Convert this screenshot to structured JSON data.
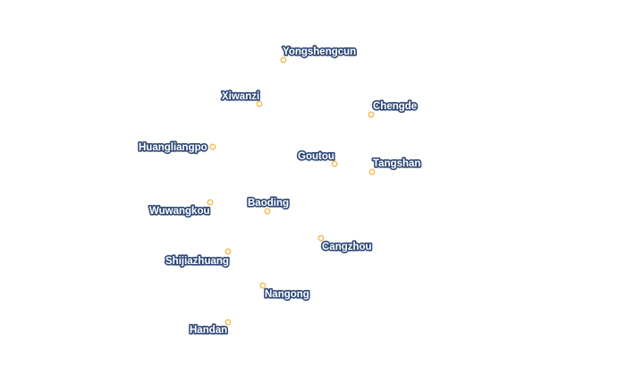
{
  "map": {
    "colors": {
      "marker_stroke": "#f2b84b",
      "marker_fill": "#ffffff",
      "label_fill": "#ffffff",
      "label_outline": "#2f4a78"
    },
    "cities": [
      {
        "id": "yongshengcun",
        "name": "Yongshengcun"
      },
      {
        "id": "xiwanzi",
        "name": "Xiwanzi"
      },
      {
        "id": "chengde",
        "name": "Chengde"
      },
      {
        "id": "huangliangpo",
        "name": "Huangliangpo"
      },
      {
        "id": "goutou",
        "name": "Goutou"
      },
      {
        "id": "tangshan",
        "name": "Tangshan"
      },
      {
        "id": "baoding",
        "name": "Baoding"
      },
      {
        "id": "wuwangkou",
        "name": "Wuwangkou"
      },
      {
        "id": "cangzhou",
        "name": "Cangzhou"
      },
      {
        "id": "shijiazhuang",
        "name": "Shijiazhuang"
      },
      {
        "id": "nangong",
        "name": "Nangong"
      },
      {
        "id": "handan",
        "name": "Handan"
      }
    ]
  }
}
